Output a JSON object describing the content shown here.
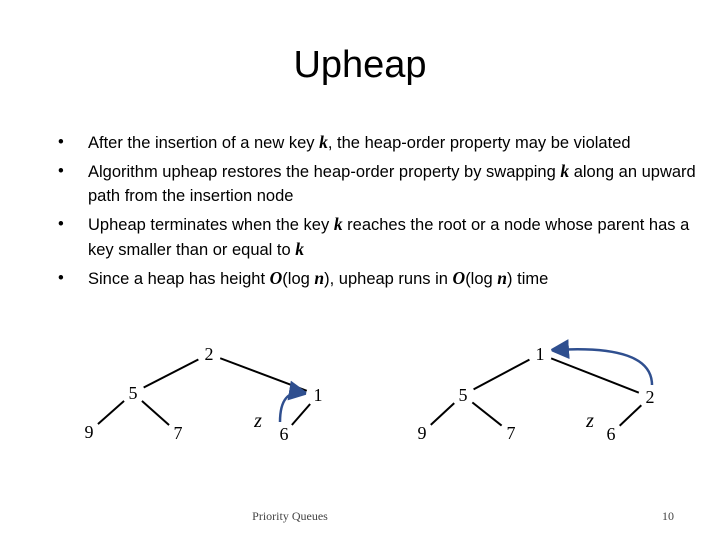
{
  "title": "Upheap",
  "bullets": [
    [
      "After the insertion of a new key ",
      {
        "m": "k"
      },
      ", the heap-order property may be violated"
    ],
    [
      "Algorithm upheap restores the heap-order property by swapping ",
      {
        "m": "k"
      },
      " along an upward path from the insertion node"
    ],
    [
      "Upheap terminates when the key ",
      {
        "m": "k"
      },
      " reaches the root or a node whose parent has a key smaller than or equal to ",
      {
        "m": "k"
      }
    ],
    [
      "Since a heap has height ",
      {
        "m": "O"
      },
      "(log ",
      {
        "m": "n"
      },
      "), upheap runs in ",
      {
        "m": "O"
      },
      "(log ",
      {
        "m": "n"
      },
      ") time"
    ]
  ],
  "heaps": [
    {
      "nodes": [
        {
          "id": "a",
          "key": "2"
        },
        {
          "id": "b",
          "key": "5"
        },
        {
          "id": "c",
          "key": "1"
        },
        {
          "id": "d",
          "key": "9"
        },
        {
          "id": "e",
          "key": "7"
        },
        {
          "id": "f",
          "key": "6"
        }
      ],
      "edges": [
        [
          "a",
          "b"
        ],
        [
          "a",
          "c"
        ],
        [
          "b",
          "d"
        ],
        [
          "b",
          "e"
        ],
        [
          "c",
          "f"
        ]
      ],
      "z_label": "z",
      "z_node": "f",
      "swap": [
        "f",
        "c"
      ]
    },
    {
      "nodes": [
        {
          "id": "a",
          "key": "1"
        },
        {
          "id": "b",
          "key": "5"
        },
        {
          "id": "c",
          "key": "2"
        },
        {
          "id": "d",
          "key": "9"
        },
        {
          "id": "e",
          "key": "7"
        },
        {
          "id": "f",
          "key": "6"
        }
      ],
      "edges": [
        [
          "a",
          "b"
        ],
        [
          "a",
          "c"
        ],
        [
          "b",
          "d"
        ],
        [
          "b",
          "e"
        ],
        [
          "c",
          "f"
        ]
      ],
      "z_label": "z",
      "z_node": "f",
      "swap": [
        "c",
        "a"
      ]
    }
  ],
  "footer": {
    "center": "Priority Queues",
    "page": "10"
  },
  "colors": {
    "node_fill": "#ffffff",
    "edge": "#000000",
    "arrow": "#2f4f8f"
  }
}
